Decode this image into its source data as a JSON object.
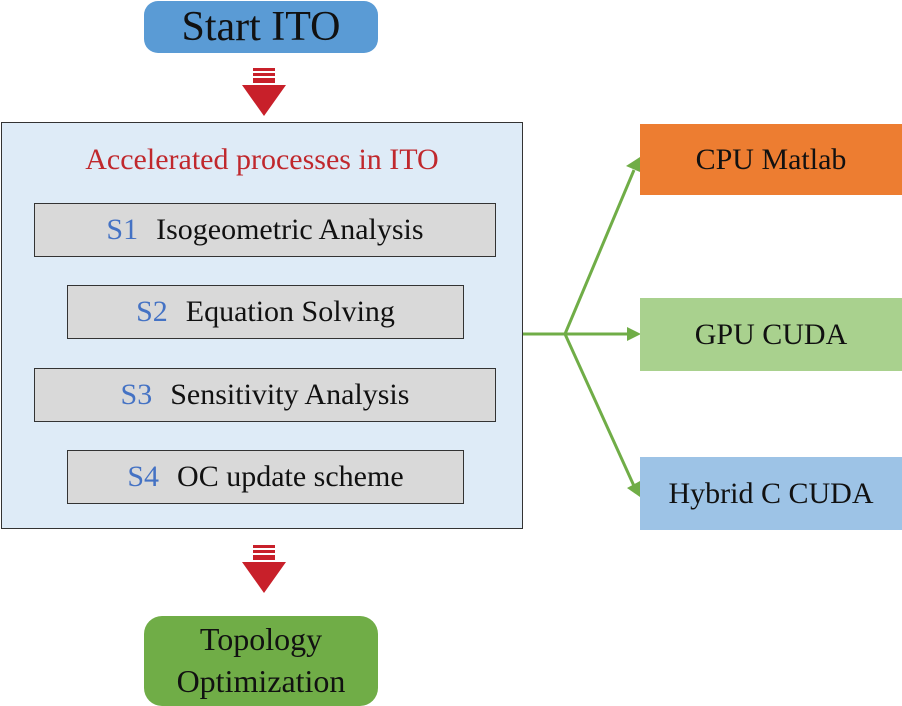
{
  "start": {
    "label": "Start ITO",
    "color": "#5a9bd5"
  },
  "main_box": {
    "title": "Accelerated processes in ITO",
    "title_color": "#c0282d",
    "background": "#deebf7",
    "steps": [
      {
        "num": "S1",
        "label": "Isogeometric Analysis"
      },
      {
        "num": "S2",
        "label": "Equation Solving"
      },
      {
        "num": "S3",
        "label": "Sensitivity Analysis"
      },
      {
        "num": "S4",
        "label": "OC update scheme"
      }
    ],
    "step_background": "#d9d9d9",
    "step_num_color": "#4472c4"
  },
  "targets": [
    {
      "label": "CPU Matlab",
      "color": "#ed7d31"
    },
    {
      "label": "GPU CUDA",
      "color": "#a9d18e"
    },
    {
      "label": "Hybrid C CUDA",
      "color": "#9dc3e6"
    }
  ],
  "end": {
    "line1": "Topology",
    "line2": "Optimization",
    "color": "#70ad47"
  },
  "arrow_colors": {
    "flow": "#c8202a",
    "branch": "#70ad47"
  }
}
